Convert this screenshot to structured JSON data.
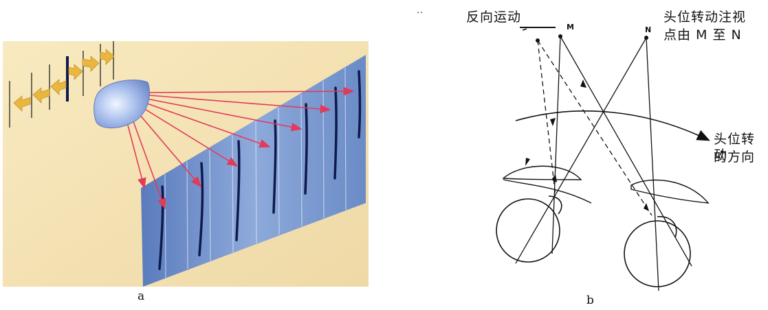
{
  "panel_a": {
    "caption": "a"
  },
  "panel_b": {
    "caption": "b",
    "reverse_motion_label": "反向运动",
    "point_m": "M",
    "point_n": "N",
    "gaze_label_line1": "头位转动注视",
    "gaze_label_line2": "点由 M 至 N",
    "head_dir_line1": "头位转动",
    "head_dir_line2": "的方向",
    "stray_mark": ".."
  },
  "colors": {
    "background_cream": "#f7e8b8",
    "screen_blue": "#6f8fc8",
    "ray_red": "#e23a5a",
    "arrow_yellow": "#e9b640",
    "lens_blue": "#9fb7e6",
    "line_dark": "#1a1a40"
  }
}
